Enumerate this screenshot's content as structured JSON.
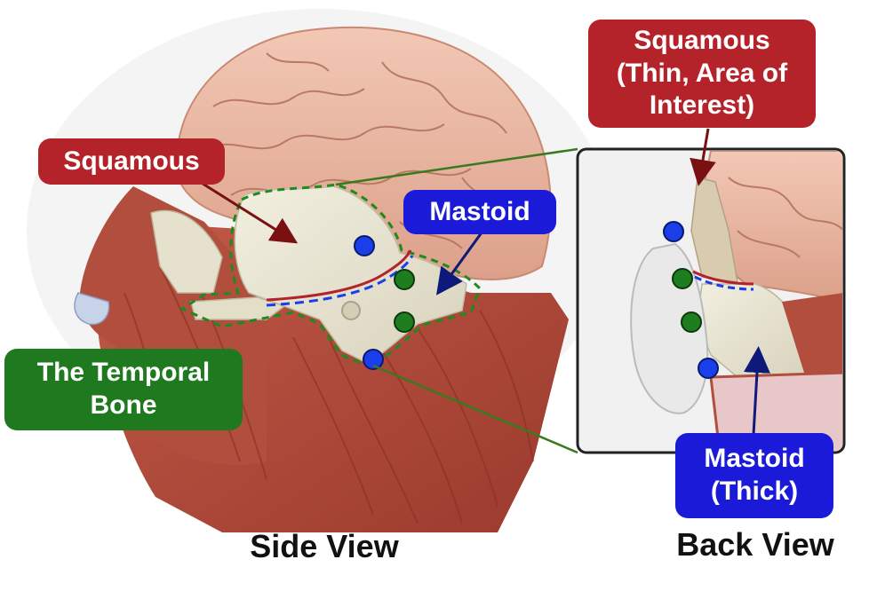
{
  "labels": {
    "squamous_side": "Squamous",
    "mastoid_side": "Mastoid",
    "temporal_bone_line1": "The Temporal",
    "temporal_bone_line2": "Bone",
    "squamous_back_line1": "Squamous",
    "squamous_back_line2": "(Thin, Area of",
    "squamous_back_line3": "Interest)",
    "mastoid_back_line1": "Mastoid",
    "mastoid_back_line2": "(Thick)"
  },
  "captions": {
    "side_view": "Side View",
    "back_view": "Back View"
  },
  "colors": {
    "squamous_red": "#b5232a",
    "mastoid_blue": "#1a1ad8",
    "temporal_green": "#1f7a1f",
    "marker_blue": "#1a3ee8",
    "marker_green": "#1e7d1e",
    "bone": "#ece8d6",
    "brain": "#e9b7a3",
    "muscle": "#b84a3a",
    "inset_bg": "#f1f1f1"
  },
  "icons": {
    "blue_marker": "blue-circle-marker",
    "green_marker": "green-circle-marker"
  }
}
